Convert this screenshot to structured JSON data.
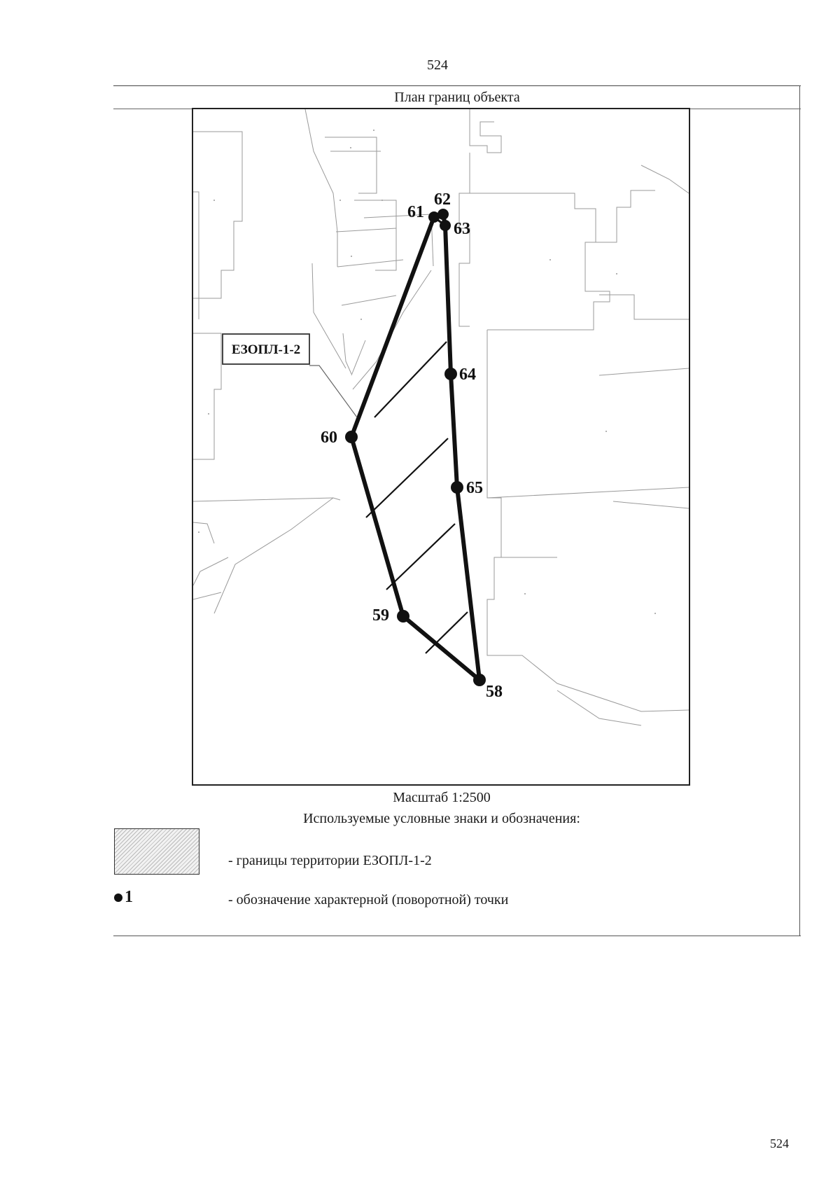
{
  "page_number_top": "524",
  "page_number_bottom": "524",
  "document_title": "План границ объекта",
  "map": {
    "zone_label": "ЕЗОПЛ-1-2",
    "points": [
      {
        "id": "58"
      },
      {
        "id": "59"
      },
      {
        "id": "60"
      },
      {
        "id": "61"
      },
      {
        "id": "62"
      },
      {
        "id": "63"
      },
      {
        "id": "64"
      },
      {
        "id": "65"
      }
    ]
  },
  "scale_text": "Масштаб 1:2500",
  "legend": {
    "title": "Используемые условные знаки и обозначения:",
    "zone_description": "- границы территории ЕЗОПЛ-1-2",
    "point_symbol_label": "1",
    "point_description": "- обозначение характерной (поворотной) точки"
  },
  "colors": {
    "line": "#111111",
    "background": "#ffffff",
    "map_detail": "#9a9a9a"
  }
}
